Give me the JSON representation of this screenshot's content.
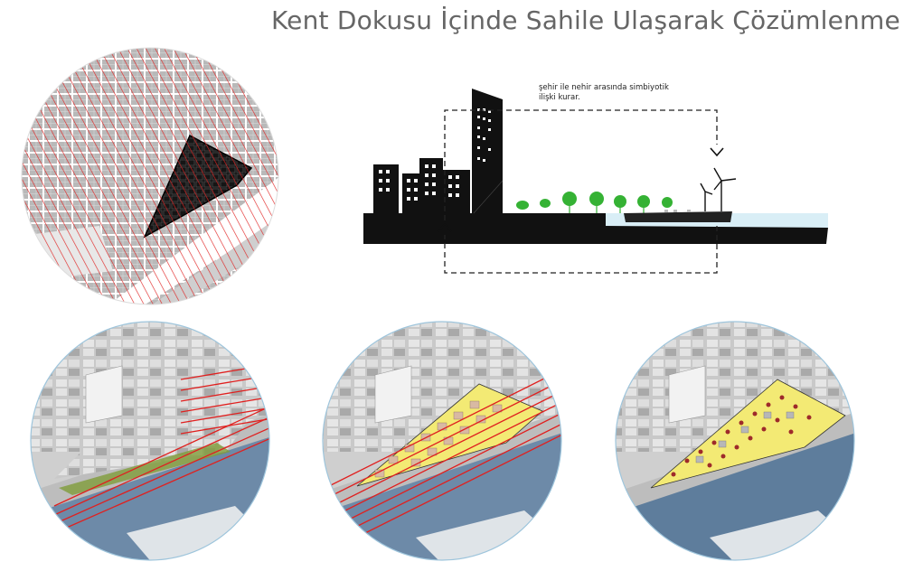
{
  "title": "Kent Dokusu İçinde Sahile Ulaşarak Çözümlenme",
  "section": {
    "note_line1": "şehir ile nehir arasında simbiyotik",
    "note_line2": "ilişki kurar."
  },
  "colors": {
    "red_line": "#e0201f",
    "black": "#111111",
    "yellow": "#f3ea74",
    "green_tree": "#35b234",
    "river": "#6d8aa8",
    "circle_border": "#9ec5dc",
    "map_gray": "#b4b4b4"
  }
}
